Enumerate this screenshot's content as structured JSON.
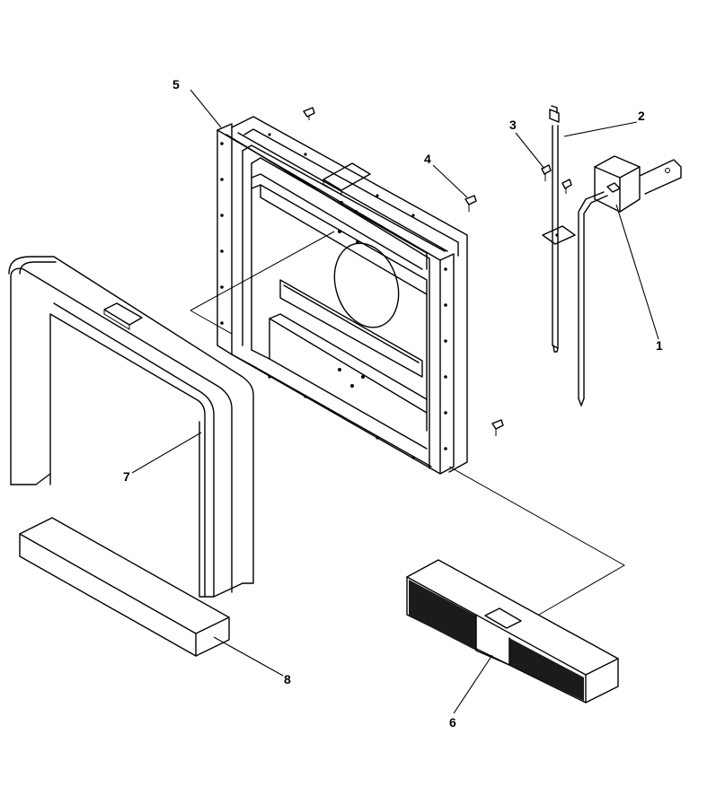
{
  "callouts": [
    {
      "id": "1",
      "label": "1"
    },
    {
      "id": "2",
      "label": "2"
    },
    {
      "id": "3",
      "label": "3"
    },
    {
      "id": "4",
      "label": "4"
    },
    {
      "id": "5",
      "label": "5"
    },
    {
      "id": "6",
      "label": "6"
    },
    {
      "id": "7",
      "label": "7"
    },
    {
      "id": "8",
      "label": "8"
    }
  ],
  "colors": {
    "line": "#000000",
    "panel": "#1b1b1b",
    "background": "#ffffff"
  }
}
